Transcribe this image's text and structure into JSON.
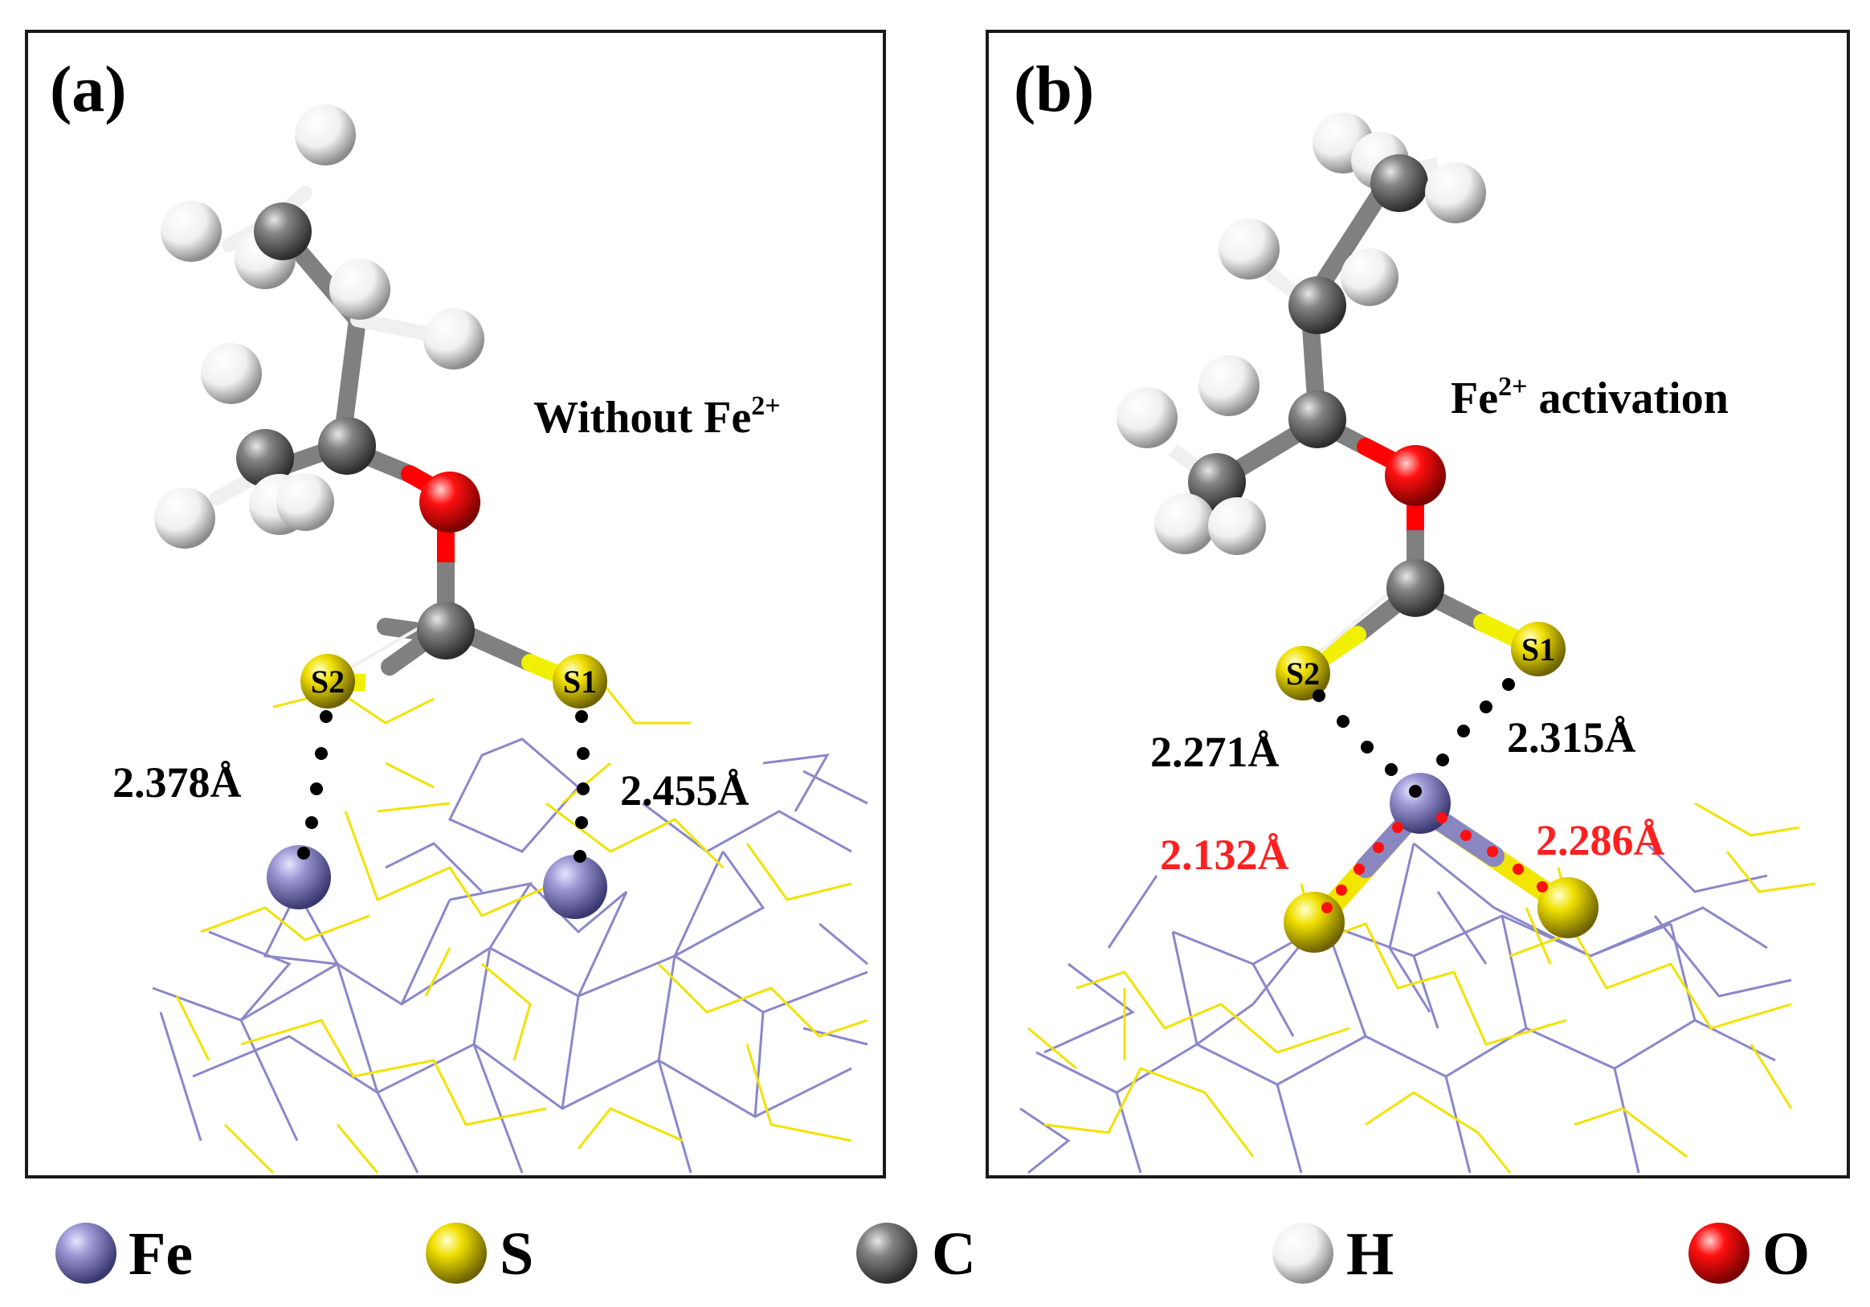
{
  "panels": [
    {
      "tag": "(a)",
      "title_main": "Without Fe",
      "title_sup": "2+",
      "atom_labels": [
        "S2",
        "S1"
      ],
      "distances": [
        "2.378Å",
        "2.455Å"
      ]
    },
    {
      "tag": "(b)",
      "title_pre": "Fe",
      "title_sup": "2+",
      "title_post": " activation",
      "atom_labels": [
        "S2",
        "S1"
      ],
      "distances": [
        "2.271Å",
        "2.315Å"
      ],
      "red_distances": [
        "2.132Å",
        "2.286Å"
      ]
    }
  ],
  "legend": [
    {
      "element": "Fe",
      "color": "#8a87c0"
    },
    {
      "element": "S",
      "color": "#f2e600"
    },
    {
      "element": "C",
      "color": "#7a7a7a"
    },
    {
      "element": "H",
      "color": "#ffffff"
    },
    {
      "element": "O",
      "color": "#ff0000"
    }
  ],
  "colors": {
    "lattice_fe": "#8b87c9",
    "lattice_s": "#f2e200",
    "bond_dots": "#000000",
    "highlight_text": "#ff2020"
  }
}
